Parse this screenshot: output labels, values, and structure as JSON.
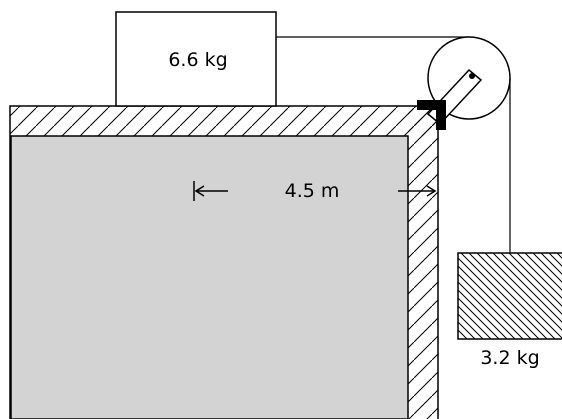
{
  "block_on_table": {
    "mass_label": "6.6 kg"
  },
  "hanging_block": {
    "mass_label": "3.2 kg"
  },
  "distance": {
    "label": "4.5 m"
  },
  "colors": {
    "table_fill": "#d3d3d3",
    "line": "#000000",
    "background": "#ffffff"
  }
}
